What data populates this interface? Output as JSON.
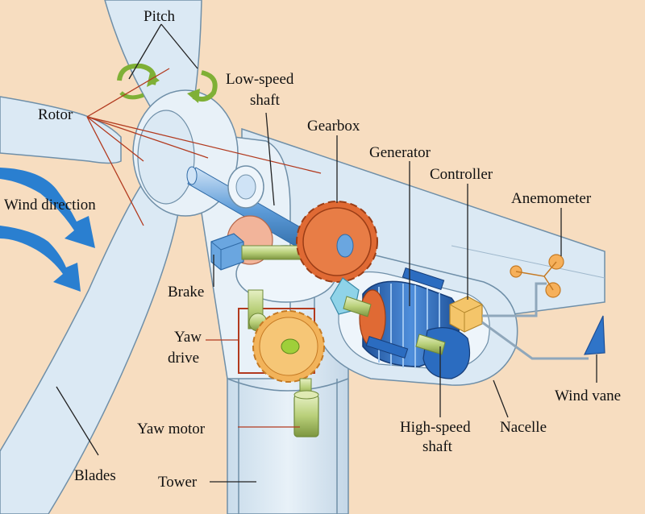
{
  "labels": {
    "pitch": "Pitch",
    "low_speed_shaft_1": "Low-speed",
    "low_speed_shaft_2": "shaft",
    "rotor": "Rotor",
    "gearbox": "Gearbox",
    "generator": "Generator",
    "controller": "Controller",
    "anemometer": "Anemometer",
    "wind_direction": "Wind direction",
    "brake": "Brake",
    "yaw_drive_1": "Yaw",
    "yaw_drive_2": "drive",
    "wind_vane": "Wind vane",
    "yaw_motor": "Yaw motor",
    "high_speed_shaft_1": "High-speed",
    "high_speed_shaft_2": "shaft",
    "nacelle": "Nacelle",
    "blades": "Blades",
    "tower": "Tower"
  },
  "colors": {
    "background": "#f7ddc0",
    "structure": "#dbe9f4",
    "structure_stroke": "#6f8fa8",
    "wind_arrow": "#2a7fd0",
    "gear": "#e06a34",
    "generator": "#2b6cc0",
    "shaft": "#b9d07a",
    "yaw_gear": "#f2b35a",
    "controller": "#f4c56a",
    "leader_red": "#b23a1f"
  }
}
